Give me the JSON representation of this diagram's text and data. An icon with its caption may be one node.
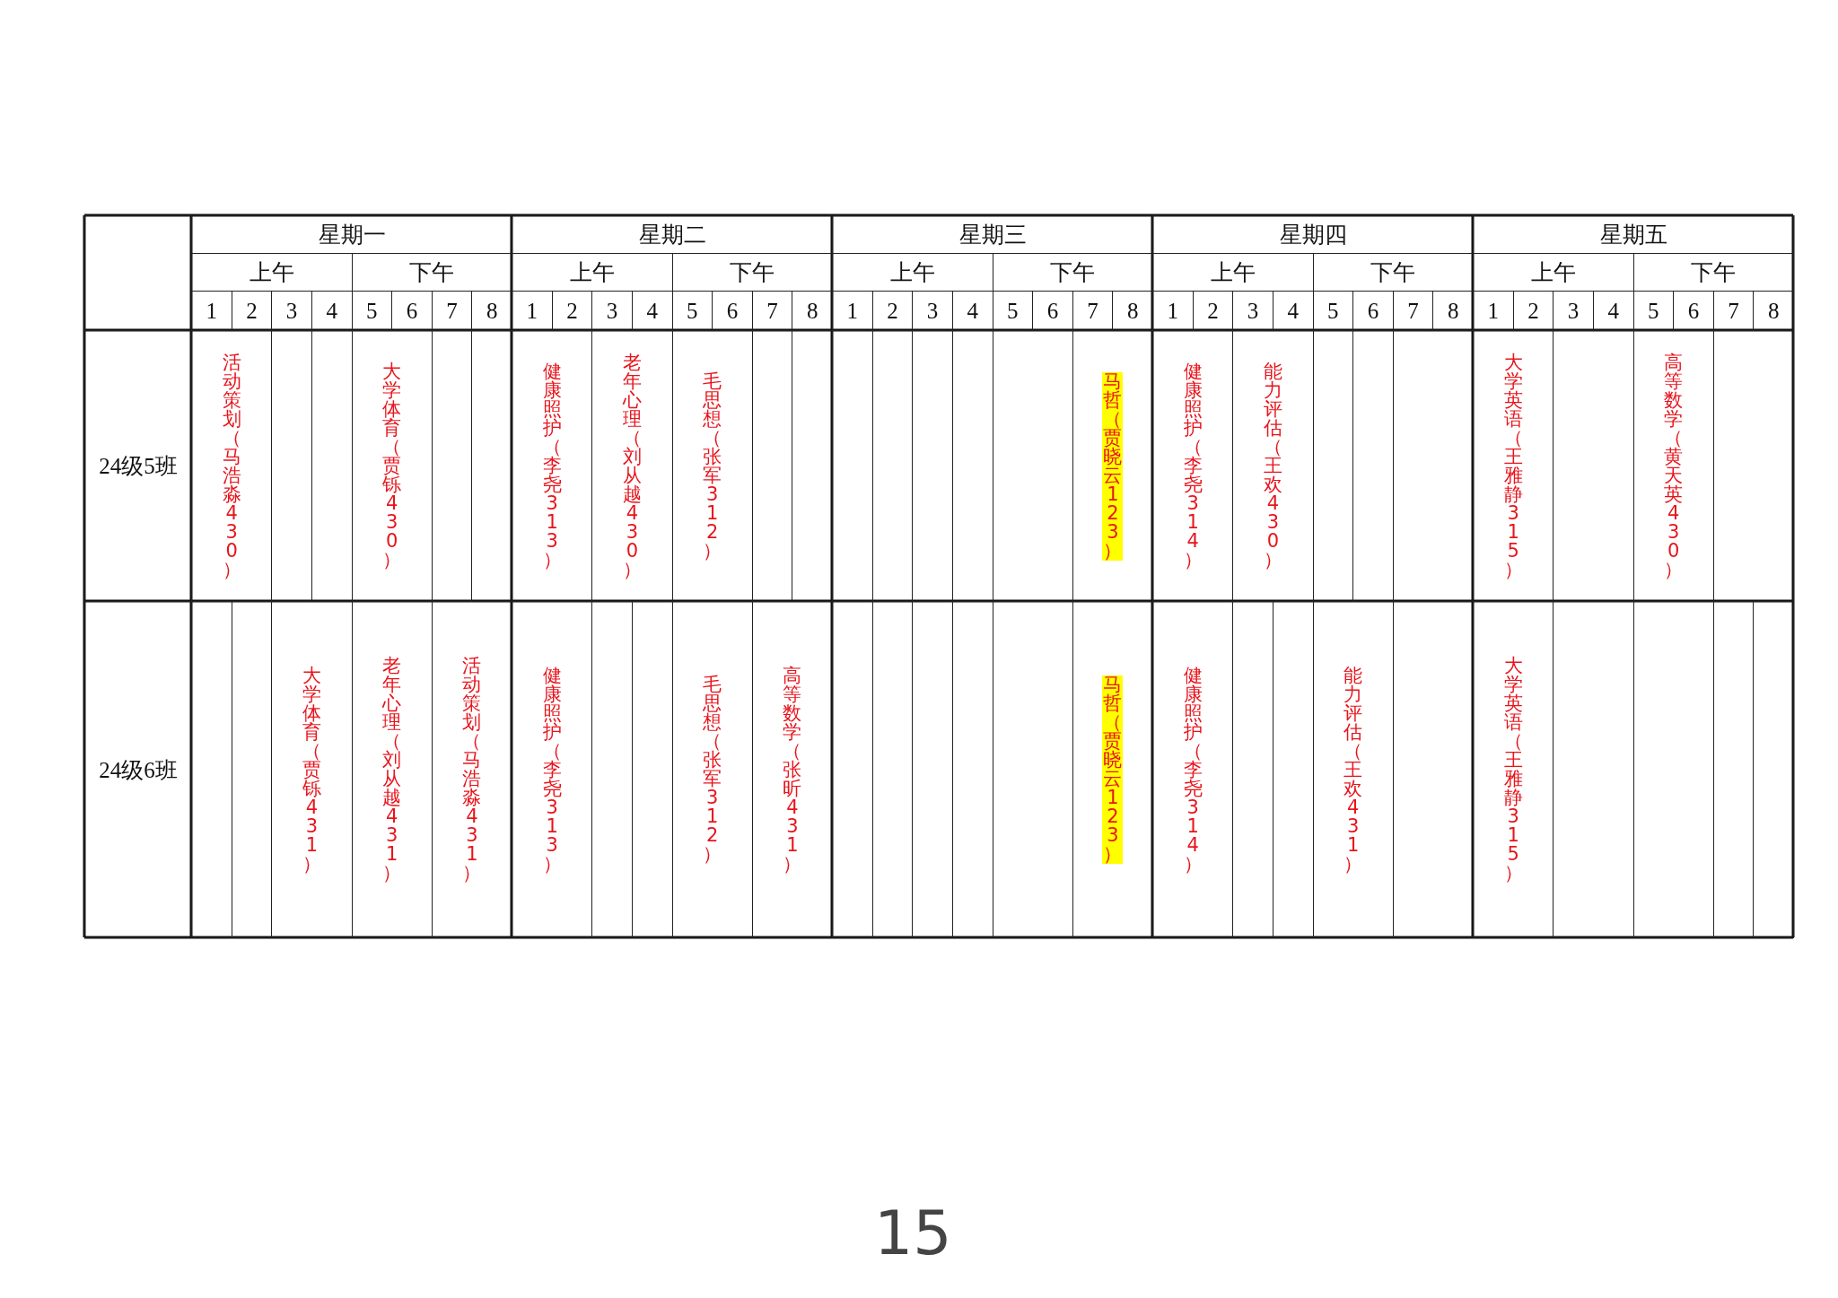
{
  "diagram": {
    "labels": [
      "星期一",
      "星期二",
      "星期三",
      "星期四",
      "星期五",
      "上午",
      "下午",
      "上午",
      "下午",
      "上午",
      "下午",
      "上午",
      "下午",
      "上午",
      "下午",
      "1",
      "2",
      "3",
      "4",
      "5",
      "6",
      "7",
      "8",
      "1",
      "2",
      "3",
      "4",
      "5",
      "6",
      "7",
      "8",
      "1",
      "2",
      "3",
      "4",
      "5",
      "6",
      "7",
      "8",
      "1",
      "2",
      "3",
      "4",
      "5",
      "6",
      "7",
      "8",
      "1",
      "2",
      "3",
      "4",
      "5",
      "6",
      "7",
      "8",
      "24级5班",
      "活动策划（马浩淼 430）",
      "大学体育（贾铄 430）",
      "健康照护（李尧 313）",
      "老年心理（刘从越 430）",
      "毛思想（张军 312）",
      "马哲（贾晓云 123）",
      "健康照护（李尧 314）",
      "能力评估（王欢 430）",
      "大学英语（王雅静 315）",
      "高等数学（黄天英 430）",
      "24级6班",
      "大学体育（贾铄 431）",
      "老年心理（刘从越 431）",
      "活动策划（马浩淼 431）",
      "健康照护（李尧 313）",
      "毛思想（张军 312）",
      "高等数学（张昕 431）",
      "马哲（贾晓云 123）",
      "健康照护（李尧 314）",
      "能力评估（王欢 431）",
      "大学英语（王雅静 315）",
      "15"
    ]
  }
}
